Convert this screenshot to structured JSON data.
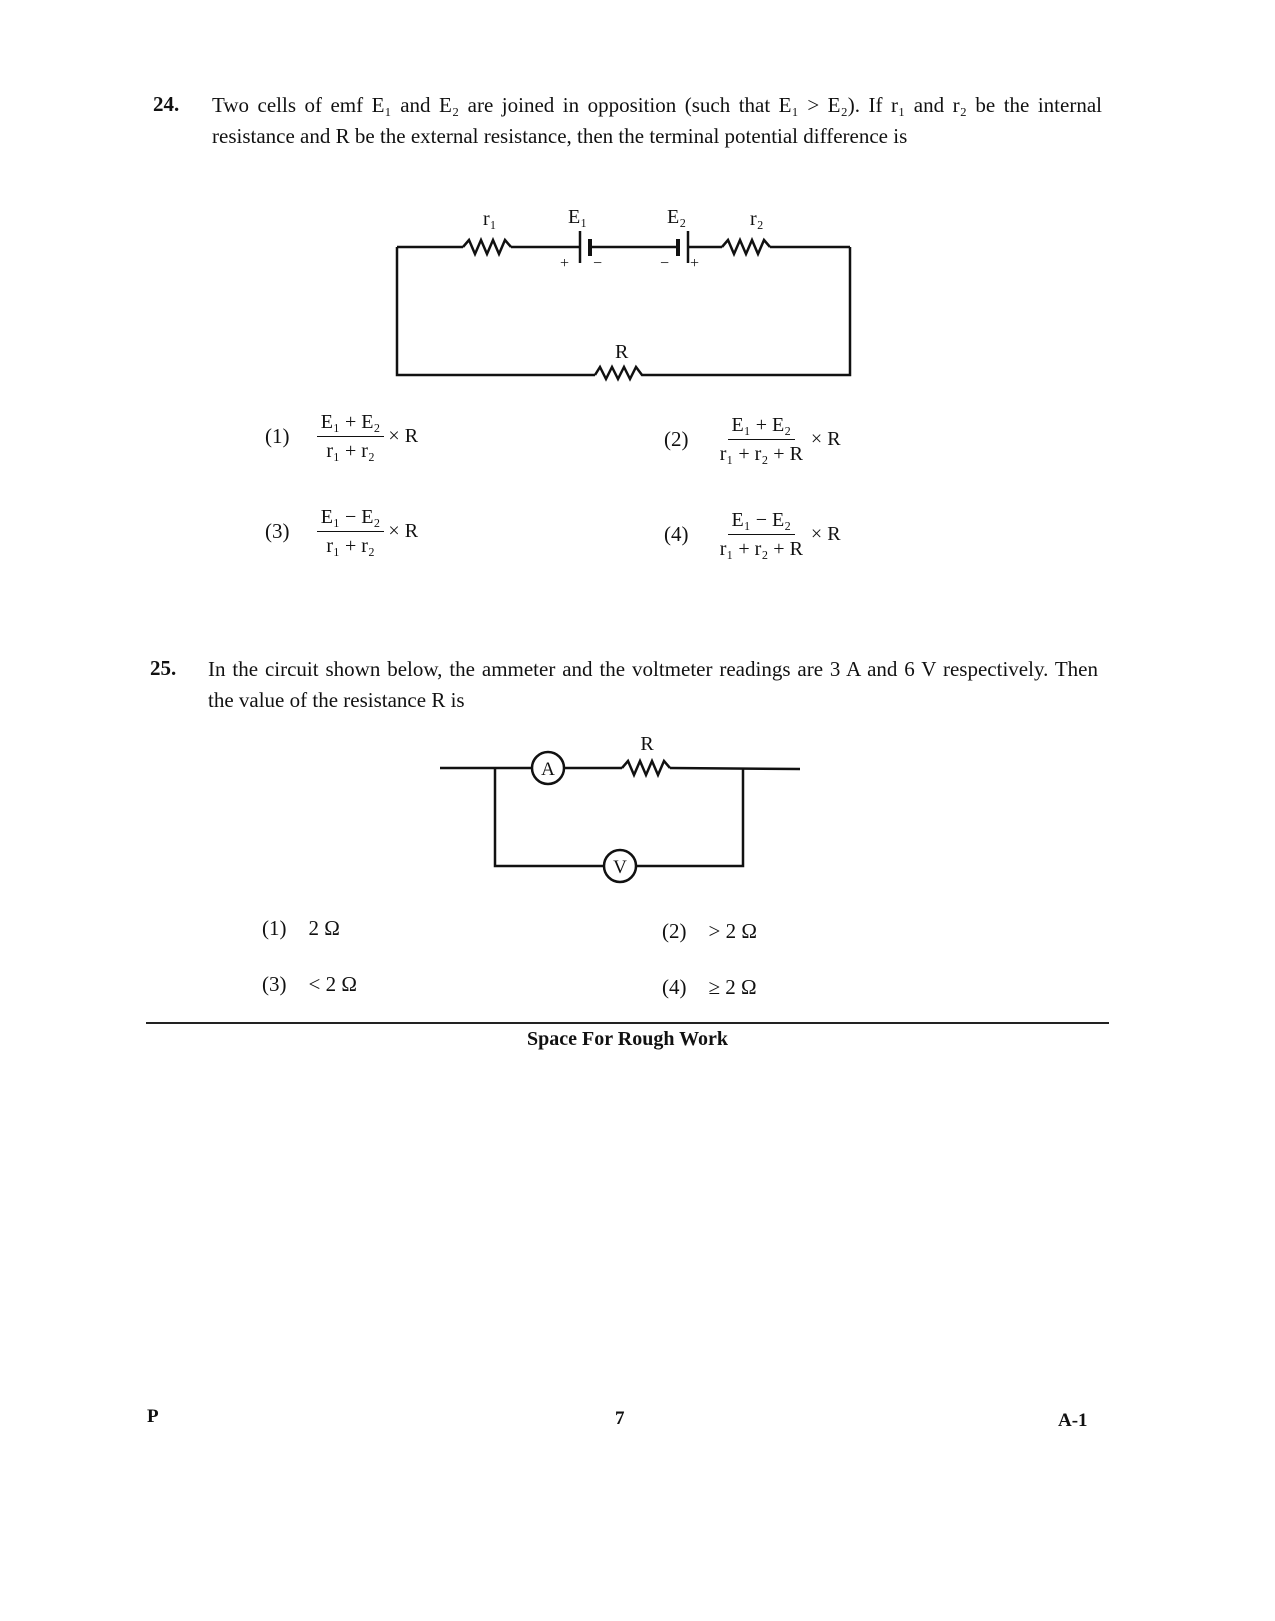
{
  "q24": {
    "number": "24.",
    "text": "Two cells of emf E₁ and E₂ are joined in opposition (such that E₁ > E₂). If r₁ and r₂ be the internal resistance and R be the external resistance, then the terminal potential difference is",
    "circuit": {
      "r1": "r₁",
      "E1": "E₁",
      "E2": "E₂",
      "r2": "r₂",
      "R": "R",
      "plus": "+",
      "minus": "−"
    },
    "options": [
      {
        "label": "(1)",
        "num": "E₁ + E₂",
        "den": "r₁ + r₂",
        "mul": "× R"
      },
      {
        "label": "(2)",
        "num": "E₁ + E₂",
        "den": "r₁ + r₂ + R",
        "mul": "× R"
      },
      {
        "label": "(3)",
        "num": "E₁ − E₂",
        "den": "r₁ + r₂",
        "mul": "× R"
      },
      {
        "label": "(4)",
        "num": "E₁ − E₂",
        "den": "r₁ + r₂ + R",
        "mul": "× R"
      }
    ]
  },
  "q25": {
    "number": "25.",
    "text": "In the circuit shown below, the ammeter and the voltmeter readings are 3 A and 6 V respectively. Then the value of the resistance R is",
    "circuit": {
      "ammeter": "A",
      "voltmeter": "V",
      "R": "R"
    },
    "options": [
      {
        "label": "(1)",
        "value": "2 Ω"
      },
      {
        "label": "(2)",
        "value": "> 2 Ω"
      },
      {
        "label": "(3)",
        "value": "< 2 Ω"
      },
      {
        "label": "(4)",
        "value": "≥ 2 Ω"
      }
    ]
  },
  "rough_work": "Space For Rough Work",
  "footer": {
    "left": "P",
    "page": "7",
    "right": "A-1"
  }
}
